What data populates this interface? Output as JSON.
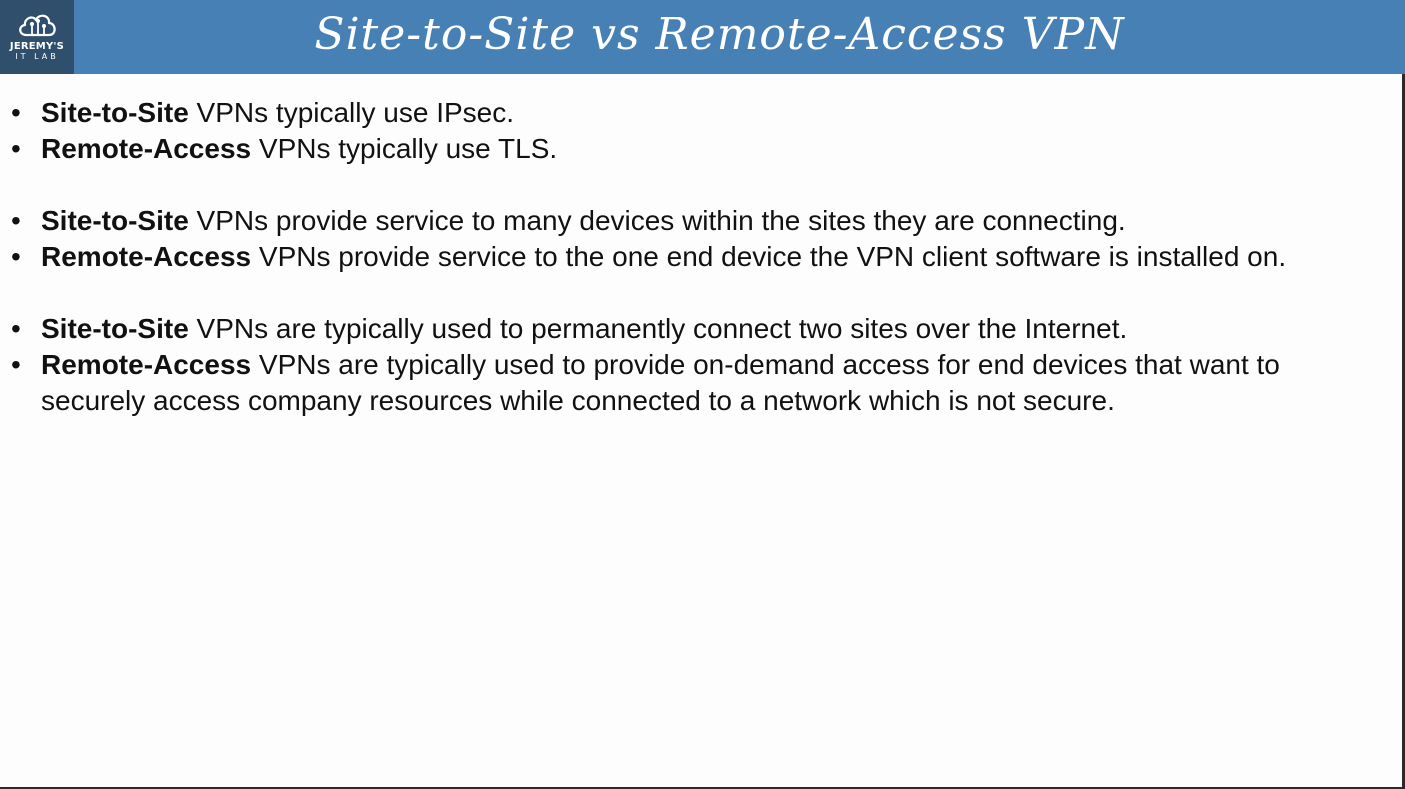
{
  "header": {
    "title": "Site-to-Site vs Remote-Access VPN",
    "logo": {
      "line1": "JEREMY'S",
      "line2": "IT LAB",
      "icon": "cloud-circuit-icon"
    }
  },
  "bullet_glyph": "•",
  "groups": [
    {
      "items": [
        {
          "bold": "Site-to-Site",
          "text": " VPNs typically use IPsec."
        },
        {
          "bold": "Remote-Access",
          "text": " VPNs typically use TLS."
        }
      ]
    },
    {
      "items": [
        {
          "bold": "Site-to-Site",
          "text": " VPNs provide service to many devices within the sites they are connecting."
        },
        {
          "bold": "Remote-Access",
          "text": " VPNs provide service to the one end device the VPN client software is installed on."
        }
      ]
    },
    {
      "items": [
        {
          "bold": "Site-to-Site",
          "text": " VPNs are typically used to permanently connect two sites over the Internet."
        },
        {
          "bold": "Remote-Access",
          "text": " VPNs are typically used to provide on-demand access for end devices that want to securely access company resources while connected to a network which is not secure."
        }
      ]
    }
  ]
}
